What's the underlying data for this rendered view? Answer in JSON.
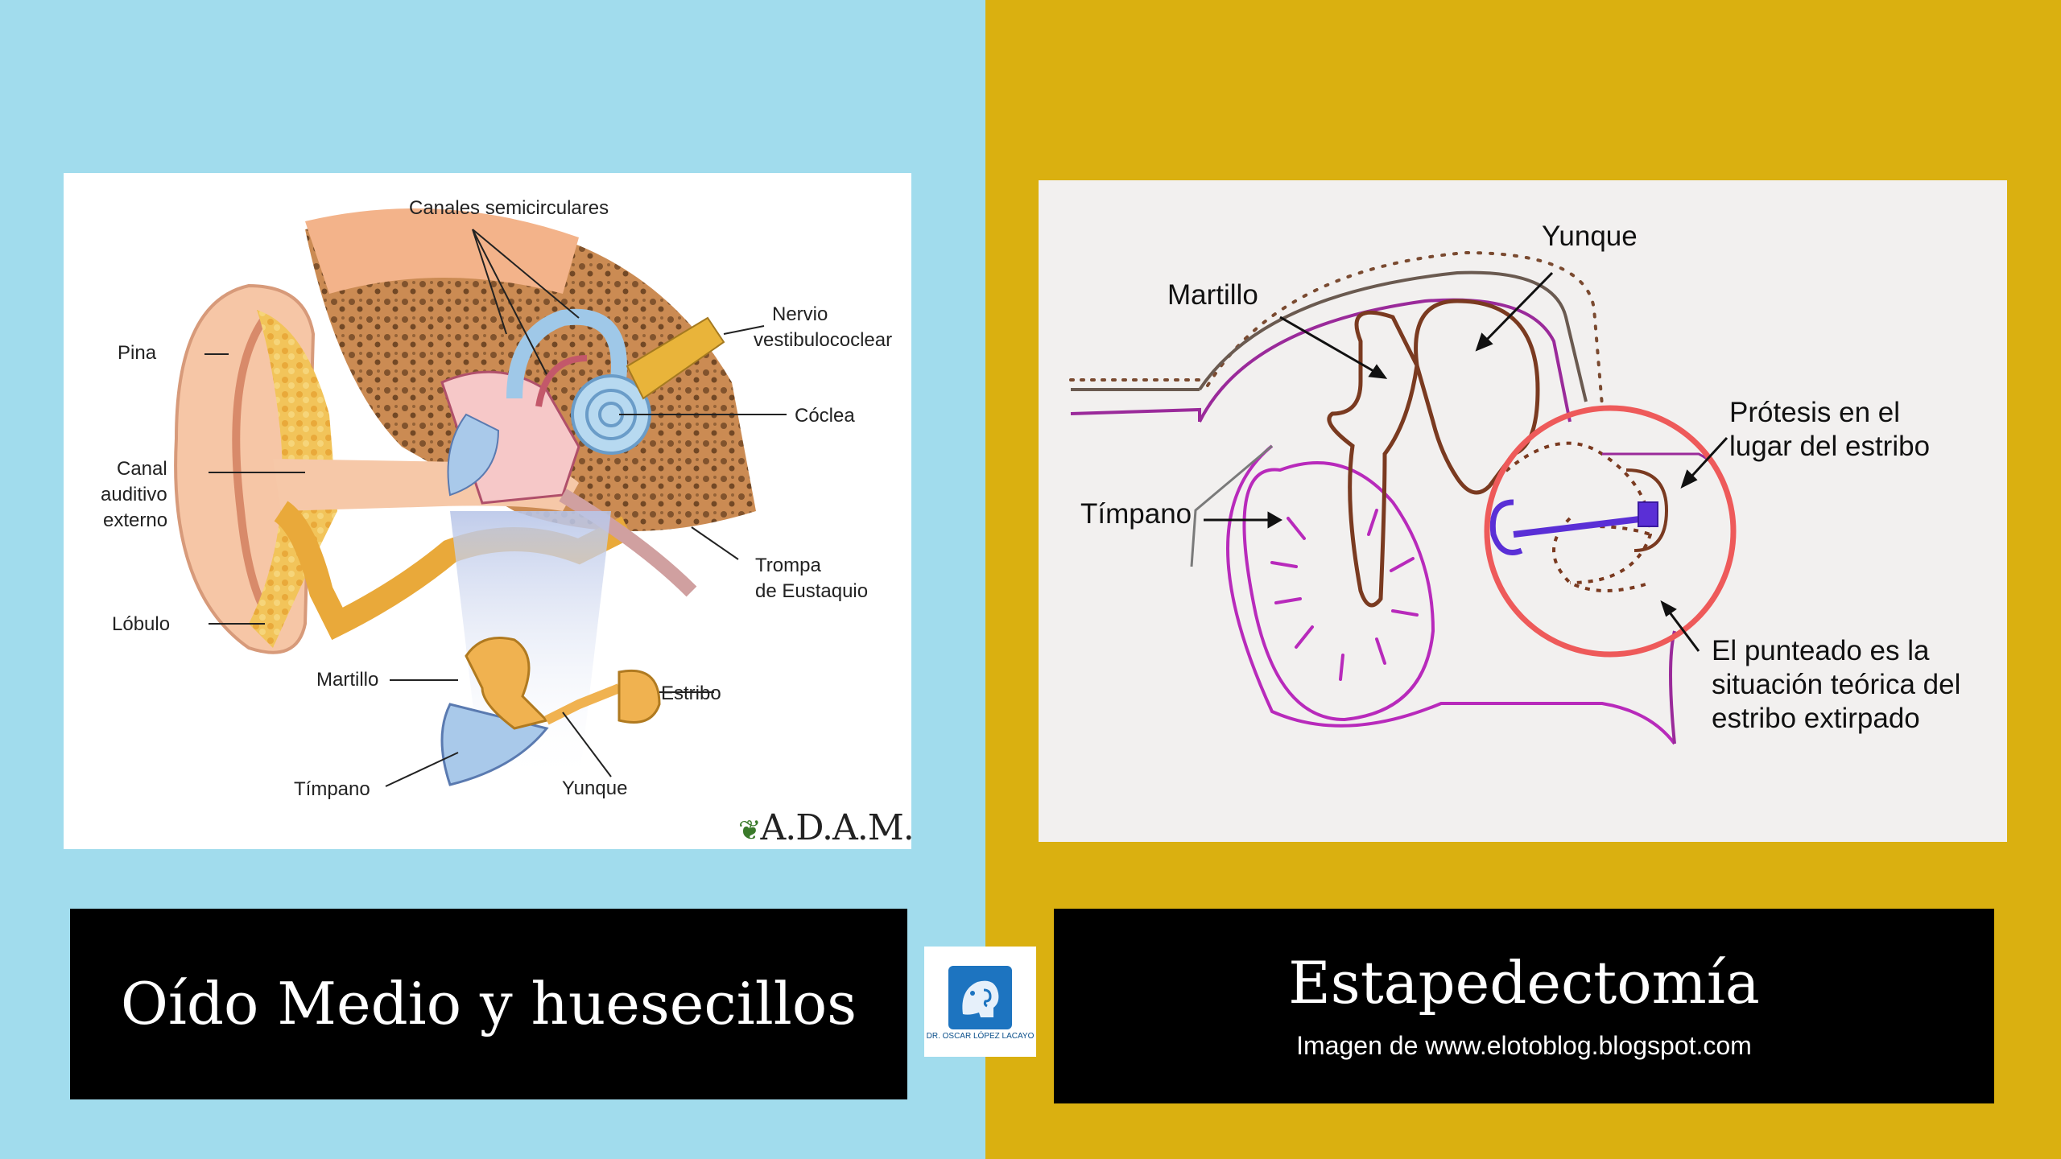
{
  "colors": {
    "left_bg": "#a1dced",
    "right_bg": "#dab010",
    "caption_bg": "#000000",
    "caption_text": "#ffffff",
    "highlight_circle": "#ee5a5a",
    "prosthesis": "#5a2fd6"
  },
  "left_panel": {
    "labels": {
      "semicircular": "Canales semicirculares",
      "nerve_line1": "Nervio",
      "nerve_line2": "vestibulococlear",
      "pina": "Pina",
      "cochlea": "Cóclea",
      "canal_line1": "Canal",
      "canal_line2": "auditivo",
      "canal_line3": "externo",
      "trompa_line1": "Trompa",
      "trompa_line2": "de Eustaquio",
      "lobulo": "Lóbulo",
      "martillo": "Martillo",
      "estribo": "Estribo",
      "timpano": "Tímpano",
      "yunque": "Yunque"
    },
    "logo_text": "A.D.A.M."
  },
  "right_panel": {
    "labels": {
      "yunque": "Yunque",
      "martillo": "Martillo",
      "protesis_line1": "Prótesis en el",
      "protesis_line2": "lugar del estribo",
      "timpano": "Tímpano",
      "punteado_line1": "El punteado es la",
      "punteado_line2": "situación teórica del",
      "punteado_line3": "estribo extirpado"
    }
  },
  "captions": {
    "left_title": "Oído Medio y huesecillos",
    "right_title": "Estapedectomía",
    "right_subtitle": "Imagen de www.elotoblog.blogspot.com"
  },
  "logo": {
    "text": "DR. OSCAR LÓPEZ LACAYO",
    "icon": "ear-head-icon"
  }
}
